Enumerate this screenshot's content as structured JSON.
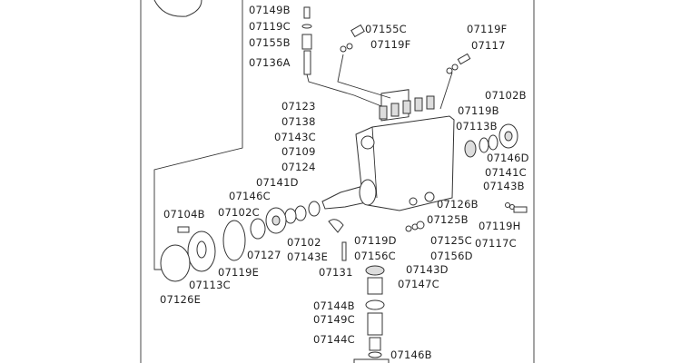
{
  "diagram": {
    "title": "Fuel injection pump exploded parts diagram",
    "part_labels": [
      "07149B",
      "07119C",
      "07155B",
      "07136A",
      "07155C",
      "07119F",
      "07119F",
      "07117",
      "07102B",
      "07123",
      "07119B",
      "07138",
      "07113B",
      "07143C",
      "07109",
      "07146D",
      "07124",
      "07141C",
      "07141D",
      "07143B",
      "07146C",
      "07126B",
      "07104B",
      "07102C",
      "07125B",
      "07119H",
      "07102",
      "07119D",
      "07125C",
      "07117C",
      "07143E",
      "07156C",
      "07156D",
      "07127",
      "07119E",
      "07131",
      "07143D",
      "07147C",
      "07113C",
      "07126E",
      "07144B",
      "07149C",
      "07144C",
      "07146B"
    ]
  }
}
